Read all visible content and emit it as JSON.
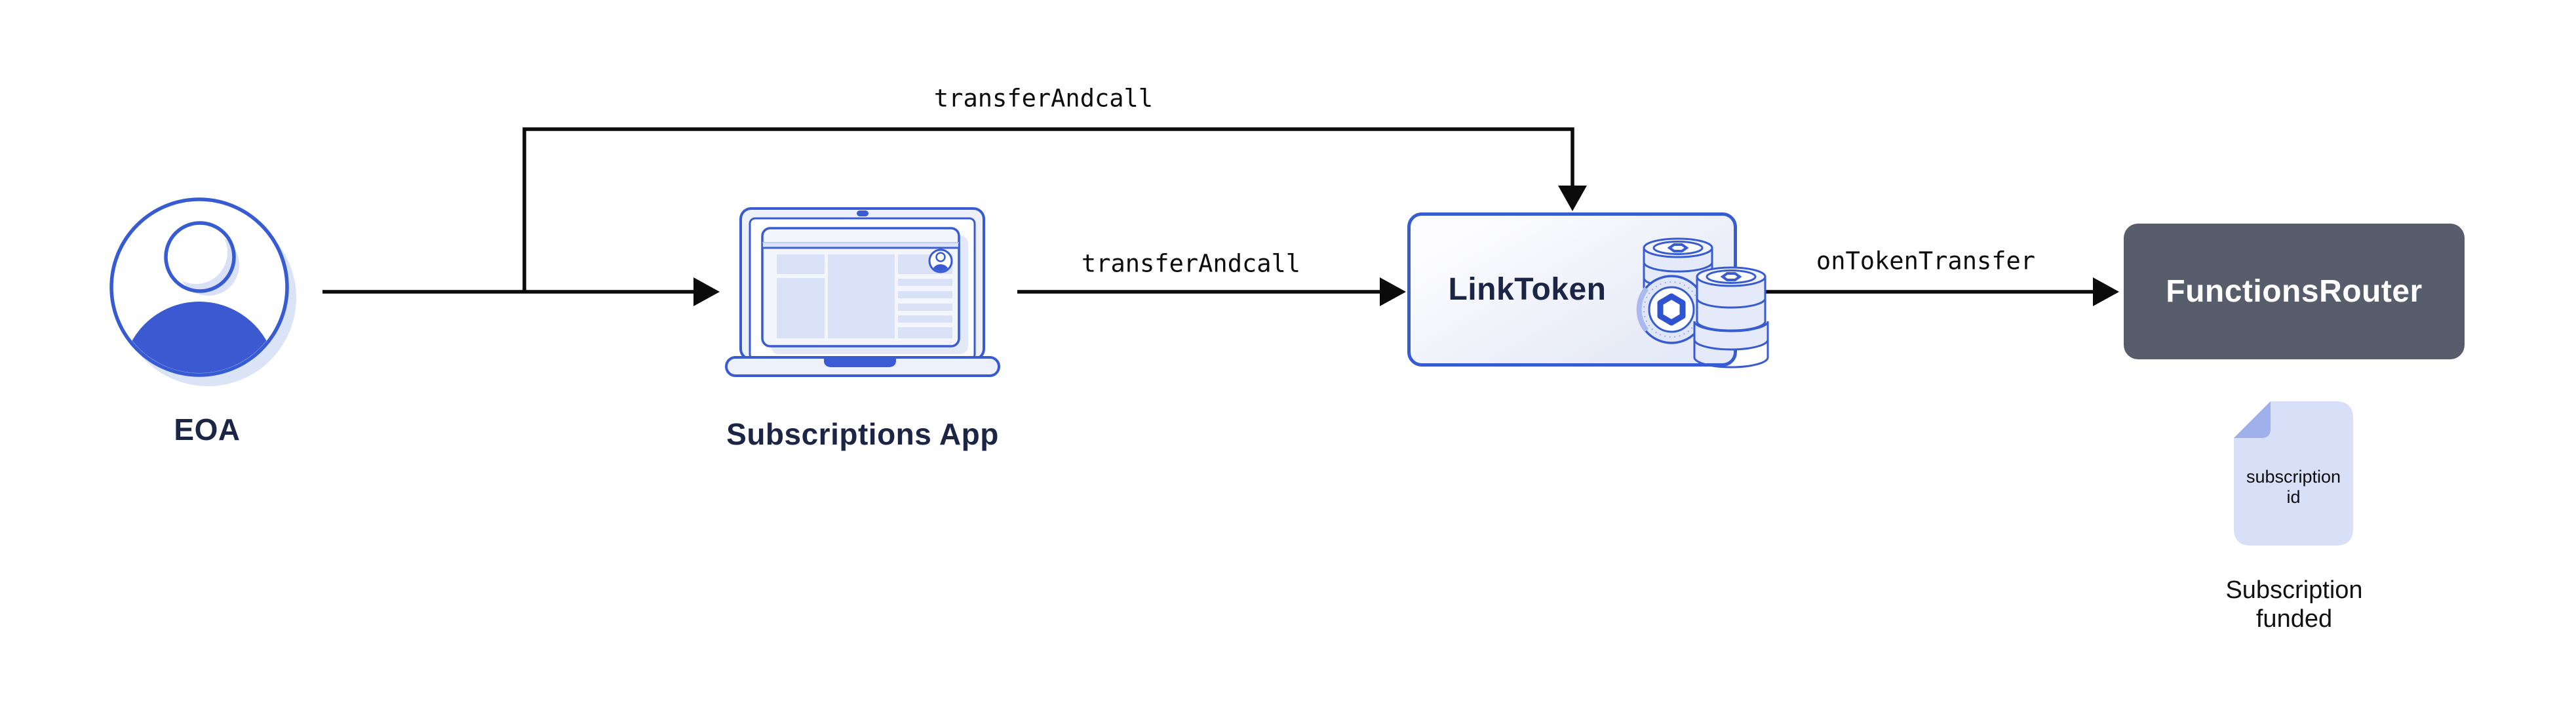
{
  "diagram": {
    "colors": {
      "accent_blue": "#375BD2",
      "light_blue_fill": "#D9E1F6",
      "navy_text": "#1B2546",
      "router_gray": "#575D6B",
      "doc_fill": "#D8E0F7",
      "doc_fold": "#9FB0EA",
      "arrow_black": "#0B0B0B",
      "background": "#FFFFFF"
    },
    "nodes": {
      "eoa": {
        "label": "EOA",
        "icon": "person-avatar-icon"
      },
      "subscriptions_app": {
        "label": "Subscriptions App",
        "icon": "laptop-browser-icon"
      },
      "link_token": {
        "label": "LinkToken",
        "icon": "link-coin-stack-icon"
      },
      "functions_router": {
        "label": "FunctionsRouter"
      },
      "subscription_doc": {
        "icon": "document-icon",
        "line1": "subscription",
        "line2": "id",
        "caption_line1": "Subscription",
        "caption_line2": "funded"
      }
    },
    "edges": [
      {
        "from": "eoa",
        "to": "subscriptions_app",
        "label": ""
      },
      {
        "from": "eoa",
        "to": "link_token",
        "label": "transferAndcall"
      },
      {
        "from": "subscriptions_app",
        "to": "link_token",
        "label": "transferAndcall"
      },
      {
        "from": "link_token",
        "to": "functions_router",
        "label": "onTokenTransfer"
      }
    ]
  }
}
